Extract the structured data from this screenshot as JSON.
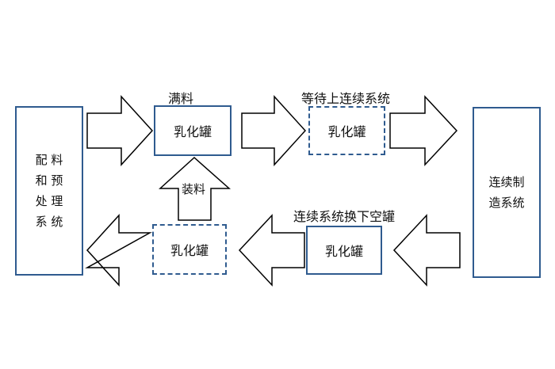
{
  "left_system": {
    "lines": [
      "配 料",
      "和 预",
      "处 理",
      "系 统"
    ]
  },
  "right_system": {
    "lines": [
      "连续制",
      "造系统"
    ]
  },
  "tanks": {
    "full": "乳化罐",
    "waiting": "乳化罐",
    "loading": "乳化罐",
    "empty": "乳化罐"
  },
  "labels": {
    "full": "满料",
    "waiting": "等待上连续系统",
    "loading": "装料",
    "empty_swap": "连续系统换下空罐"
  },
  "colors": {
    "box_border": "#2f5b8f",
    "arrow_stroke": "#000000",
    "arrow_fill": "#ffffff"
  }
}
